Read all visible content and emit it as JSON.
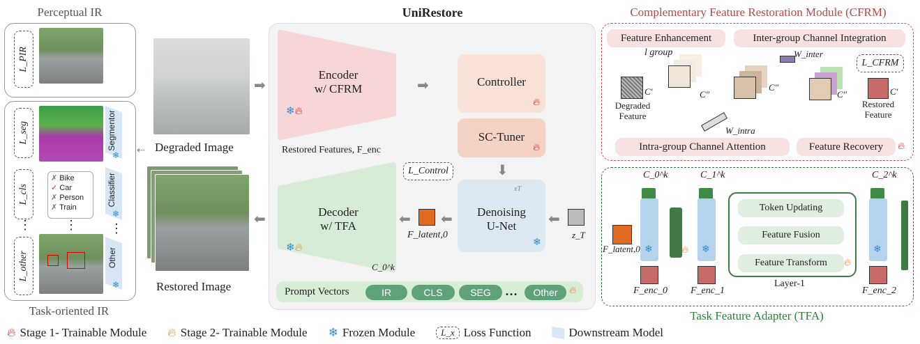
{
  "left": {
    "perceptual_title": "Perceptual IR",
    "task_title": "Task-oriented IR",
    "loss_pir": "L_PIR",
    "loss_seg": "L_seg",
    "loss_cls": "L_cls",
    "loss_other": "L_other",
    "segmentor": "Segmentor",
    "classifier": "Classifier",
    "other": "Other",
    "classes": [
      "Bike",
      "Car",
      "Person",
      "Train"
    ],
    "class_marks": [
      "✗",
      "✓",
      "✗",
      "✗"
    ],
    "dots": "⋮"
  },
  "images": {
    "degraded_label": "Degraded Image",
    "restored_label": "Restored Image"
  },
  "center": {
    "title": "UniRestore",
    "encoder": "Encoder\nw/ CFRM",
    "decoder": "Decoder\nw/ TFA",
    "controller": "Controller",
    "sc_tuner": "SC-Tuner",
    "unet": "Denoising\nU-Net",
    "restored_features": "Restored Features, F_enc",
    "loss_control": "L_Control",
    "f_latent": "F_latent,0",
    "z_t": "z_T",
    "x_t": "xT",
    "c0k": "C_0^k",
    "prompt_label": "Prompt Vectors",
    "prompts": [
      "IR",
      "CLS",
      "SEG",
      "Other"
    ],
    "ellipsis": "…"
  },
  "cfrm": {
    "title": "Complementary Feature Restoration Module (CFRM)",
    "feature_enhancement": "Feature Enhancement",
    "inter_group": "Inter-group Channel Integration",
    "intra_group": "Intra-group Channel Attention",
    "feature_recovery": "Feature Recovery",
    "l_group": "l group",
    "degraded_feature": "Degraded\nFeature",
    "restored_feature": "Restored\nFeature",
    "c_prime": "C′",
    "c_dprime": "C″",
    "w_inter": "W_inter",
    "w_intra": "W_intra",
    "l_cfrm": "L_CFRM"
  },
  "tfa": {
    "title": "Task Feature Adapter (TFA)",
    "token_updating": "Token Updating",
    "feature_fusion": "Feature Fusion",
    "feature_transform": "Feature Transform",
    "layer_label": "Layer-1",
    "c0": "C_0^k",
    "c1": "C_1^k",
    "c2": "C_2^k",
    "f_latent": "F_latent,0",
    "f_enc0": "F_enc_0",
    "f_enc1": "F_enc_1",
    "f_enc2": "F_enc_2"
  },
  "legend": {
    "stage1": "Stage 1- Trainable Module",
    "stage2": "Stage 2- Trainable Module",
    "frozen": "Frozen Module",
    "loss": "Loss Function",
    "loss_symbol": "L_x",
    "downstream": "Downstream Model"
  },
  "colors": {
    "encoder": "#f3c9c9",
    "decoder": "#cfe8cf",
    "controller": "#f6d2bd",
    "unet": "#a8c6e0",
    "cfrm_border": "#c94d4d",
    "tfa_border": "#2f6b3a",
    "prompt_pill": "#5ea27a"
  }
}
